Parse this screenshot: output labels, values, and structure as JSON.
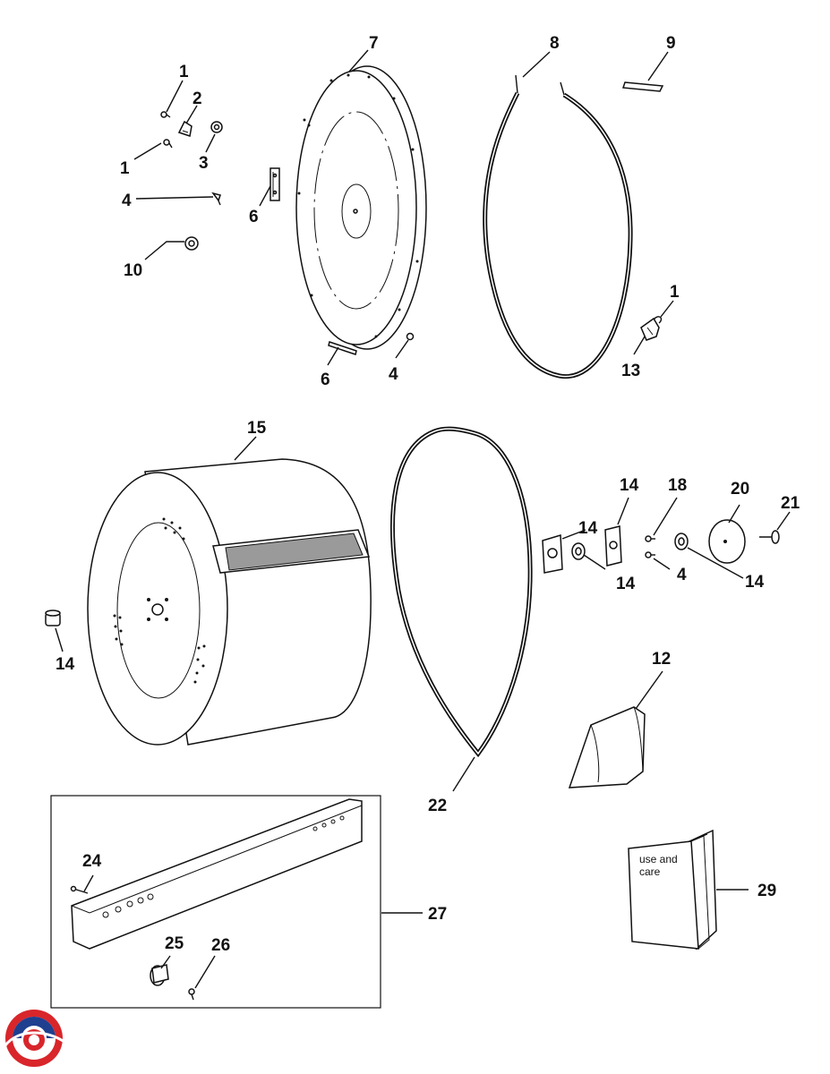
{
  "callouts": [
    {
      "id": "c1a",
      "text": "1"
    },
    {
      "id": "c2",
      "text": "2"
    },
    {
      "id": "c1b",
      "text": "1"
    },
    {
      "id": "c3",
      "text": "3"
    },
    {
      "id": "c4a",
      "text": "4"
    },
    {
      "id": "c10",
      "text": "10"
    },
    {
      "id": "c6a",
      "text": "6"
    },
    {
      "id": "c7",
      "text": "7"
    },
    {
      "id": "c6b",
      "text": "6"
    },
    {
      "id": "c4b",
      "text": "4"
    },
    {
      "id": "c8",
      "text": "8"
    },
    {
      "id": "c9",
      "text": "9"
    },
    {
      "id": "c1c",
      "text": "1"
    },
    {
      "id": "c13",
      "text": "13"
    },
    {
      "id": "c15",
      "text": "15"
    },
    {
      "id": "c14a",
      "text": "14"
    },
    {
      "id": "c22",
      "text": "22"
    },
    {
      "id": "c14b",
      "text": "14"
    },
    {
      "id": "c14c",
      "text": "14"
    },
    {
      "id": "c14d",
      "text": "14"
    },
    {
      "id": "c18",
      "text": "18"
    },
    {
      "id": "c4c",
      "text": "4"
    },
    {
      "id": "c20",
      "text": "20"
    },
    {
      "id": "c14e",
      "text": "14"
    },
    {
      "id": "c21",
      "text": "21"
    },
    {
      "id": "c12",
      "text": "12"
    },
    {
      "id": "c24",
      "text": "24"
    },
    {
      "id": "c25",
      "text": "25"
    },
    {
      "id": "c26",
      "text": "26"
    },
    {
      "id": "c27",
      "text": "27"
    },
    {
      "id": "c29",
      "text": "29"
    }
  ],
  "manual": {
    "line1": "use and",
    "line2": "care"
  },
  "icons": {
    "logo": "swirl-logo-icon"
  },
  "colors": {
    "logo_red": "#d8262b",
    "logo_blue": "#1f3f8f",
    "line": "#111111"
  }
}
